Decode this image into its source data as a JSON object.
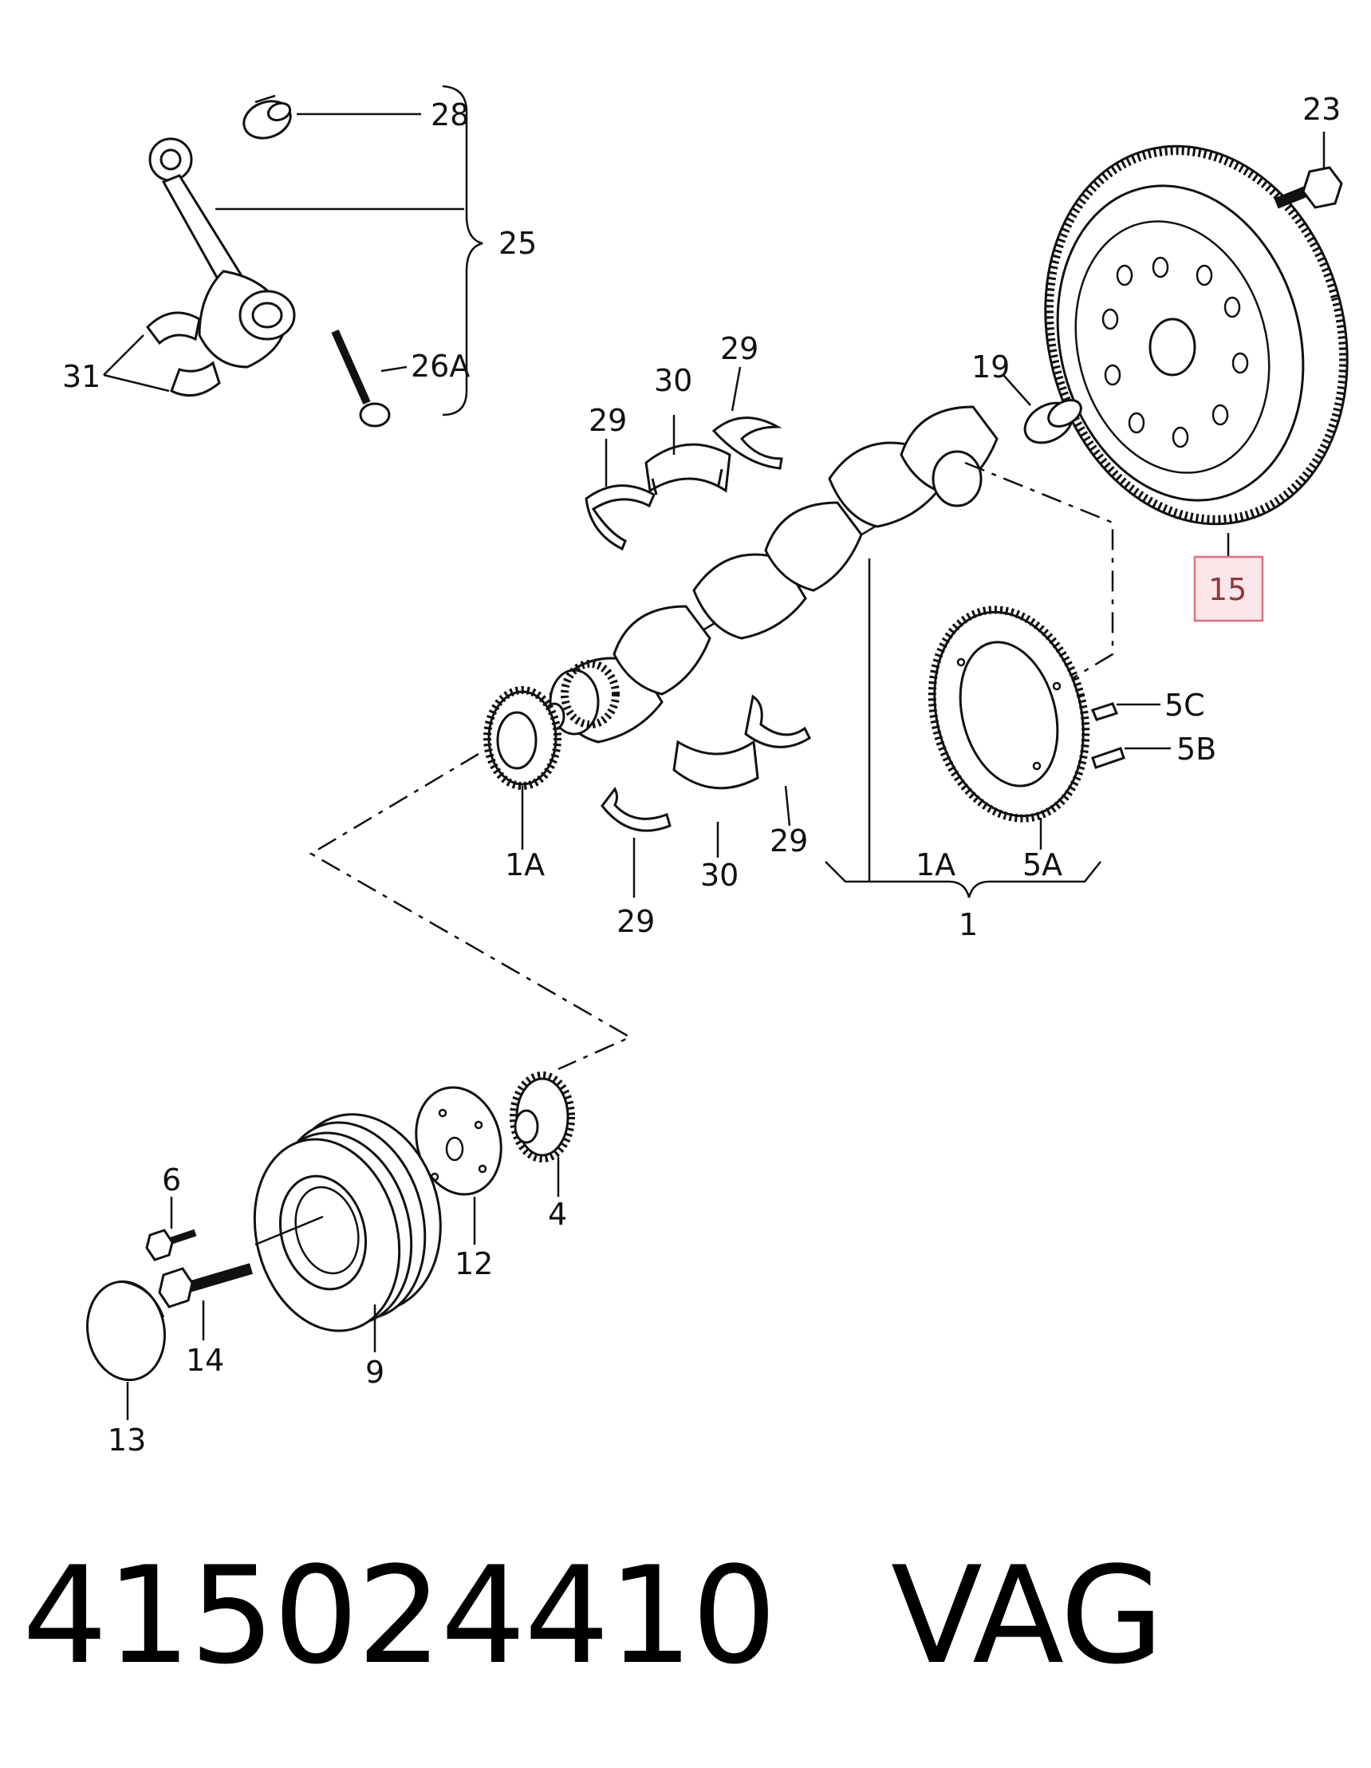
{
  "callouts": {
    "c28": "28",
    "c25": "25",
    "c26a": "26A",
    "c31": "31",
    "c23": "23",
    "c29_a": "29",
    "c30_a": "30",
    "c29_b": "29",
    "c19": "19",
    "c15": "15",
    "c5c": "5C",
    "c5b": "5B",
    "c1a_a": "1A",
    "c30_b": "30",
    "c29_c": "29",
    "c29_d": "29",
    "c1a_b": "1A",
    "c5a": "5A",
    "c1": "1",
    "c6": "6",
    "c4": "4",
    "c12": "12",
    "c14": "14",
    "c9": "9",
    "c13": "13"
  },
  "highlight": {
    "callout": "15",
    "color": "#e07080",
    "fill": "#fbe6e9"
  },
  "footer": {
    "part_number": "415024410",
    "brand": "VAG"
  }
}
